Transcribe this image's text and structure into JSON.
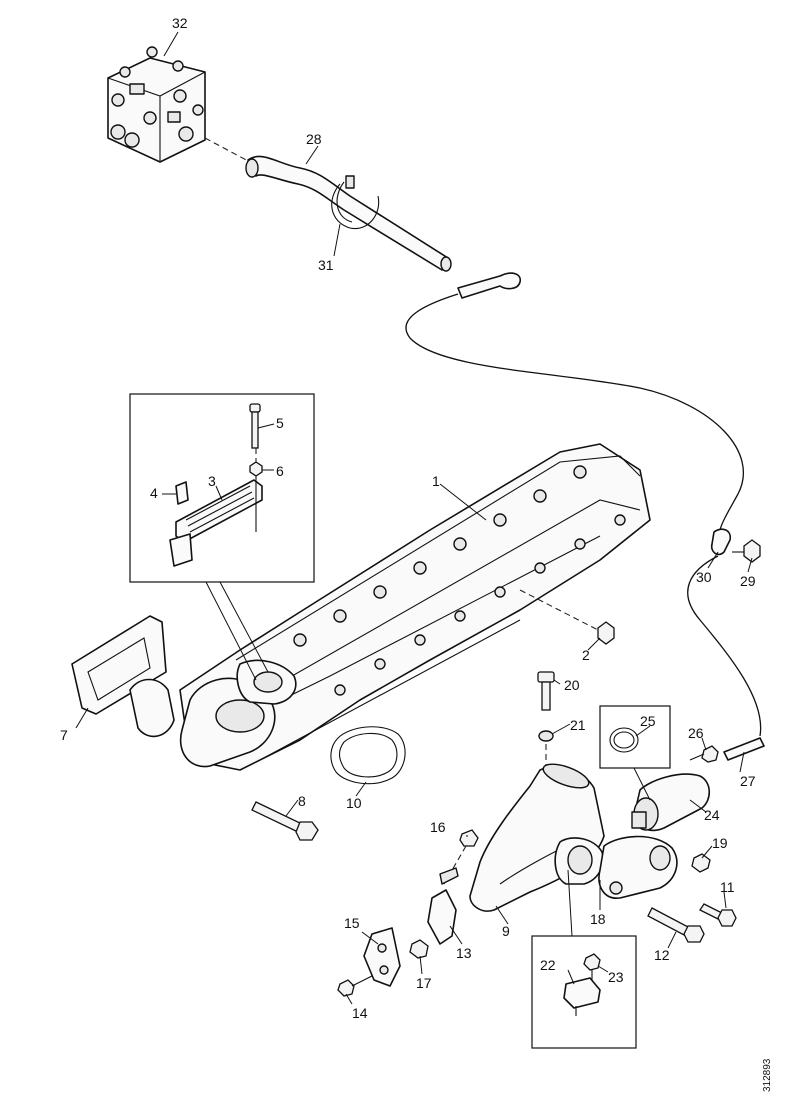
{
  "callouts": [
    {
      "id": "c1",
      "text": "1"
    },
    {
      "id": "c2",
      "text": "2"
    },
    {
      "id": "c3",
      "text": "3"
    },
    {
      "id": "c4",
      "text": "4"
    },
    {
      "id": "c5",
      "text": "5"
    },
    {
      "id": "c6",
      "text": "6"
    },
    {
      "id": "c7",
      "text": "7"
    },
    {
      "id": "c8",
      "text": "8"
    },
    {
      "id": "c9",
      "text": "9"
    },
    {
      "id": "c10",
      "text": "10"
    },
    {
      "id": "c11",
      "text": "11"
    },
    {
      "id": "c12",
      "text": "12"
    },
    {
      "id": "c13",
      "text": "13"
    },
    {
      "id": "c14",
      "text": "14"
    },
    {
      "id": "c15",
      "text": "15"
    },
    {
      "id": "c16",
      "text": "16"
    },
    {
      "id": "c17",
      "text": "17"
    },
    {
      "id": "c18",
      "text": "18"
    },
    {
      "id": "c19",
      "text": "19"
    },
    {
      "id": "c20",
      "text": "20"
    },
    {
      "id": "c21",
      "text": "21"
    },
    {
      "id": "c22",
      "text": "22"
    },
    {
      "id": "c23",
      "text": "23"
    },
    {
      "id": "c24",
      "text": "24"
    },
    {
      "id": "c25",
      "text": "25"
    },
    {
      "id": "c26",
      "text": "26"
    },
    {
      "id": "c27",
      "text": "27"
    },
    {
      "id": "c28",
      "text": "28"
    },
    {
      "id": "c29",
      "text": "29"
    },
    {
      "id": "c30",
      "text": "30"
    },
    {
      "id": "c31",
      "text": "31"
    },
    {
      "id": "c32",
      "text": "32"
    }
  ],
  "figure_code": "312893"
}
